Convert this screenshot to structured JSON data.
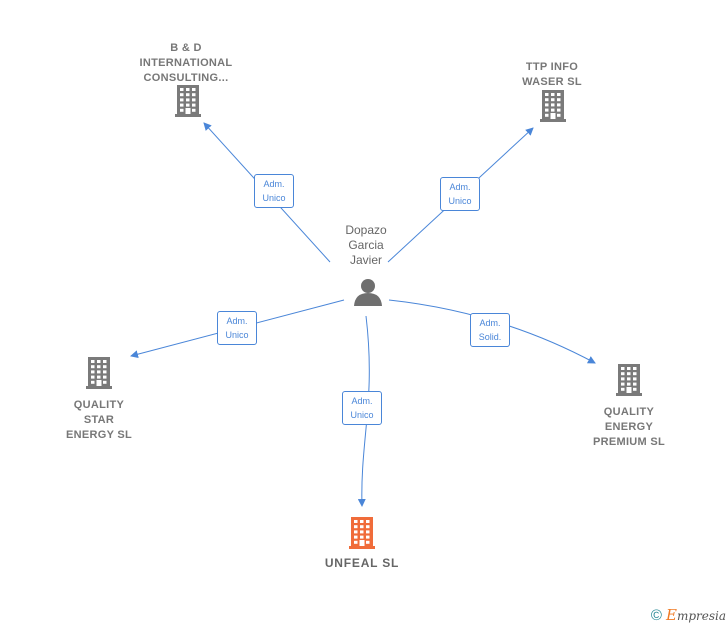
{
  "colors": {
    "edge": "#4a86d8",
    "company": "#7a7a7a",
    "target_company": "#f06c3a",
    "person": "#6f6f6f"
  },
  "person": {
    "name_lines": [
      "Dopazo",
      "Garcia",
      "Javier"
    ],
    "icon": "person-icon"
  },
  "companies": [
    {
      "id": "bd",
      "name_lines": [
        "B & D",
        "INTERNATIONAL",
        "CONSULTING..."
      ],
      "icon": "building-icon",
      "target": false
    },
    {
      "id": "ttp",
      "name_lines": [
        "TTP INFO",
        "WASER SL"
      ],
      "icon": "building-icon",
      "target": false
    },
    {
      "id": "qstar",
      "name_lines": [
        "QUALITY",
        "STAR",
        "ENERGY SL"
      ],
      "icon": "building-icon",
      "target": false
    },
    {
      "id": "qprem",
      "name_lines": [
        "QUALITY",
        "ENERGY",
        "PREMIUM SL"
      ],
      "icon": "building-icon",
      "target": false
    },
    {
      "id": "unfeal",
      "name_lines": [
        "UNFEAL SL"
      ],
      "icon": "building-icon",
      "target": true
    }
  ],
  "edges": [
    {
      "to": "bd",
      "label_lines": [
        "Adm.",
        "Unico"
      ]
    },
    {
      "to": "ttp",
      "label_lines": [
        "Adm.",
        "Unico"
      ]
    },
    {
      "to": "qstar",
      "label_lines": [
        "Adm.",
        "Unico"
      ]
    },
    {
      "to": "qprem",
      "label_lines": [
        "Adm.",
        "Solid."
      ]
    },
    {
      "to": "unfeal",
      "label_lines": [
        "Adm.",
        "Unico"
      ]
    }
  ],
  "footer": {
    "copyright": "©",
    "brand_first": "E",
    "brand_rest": "mpresia"
  }
}
